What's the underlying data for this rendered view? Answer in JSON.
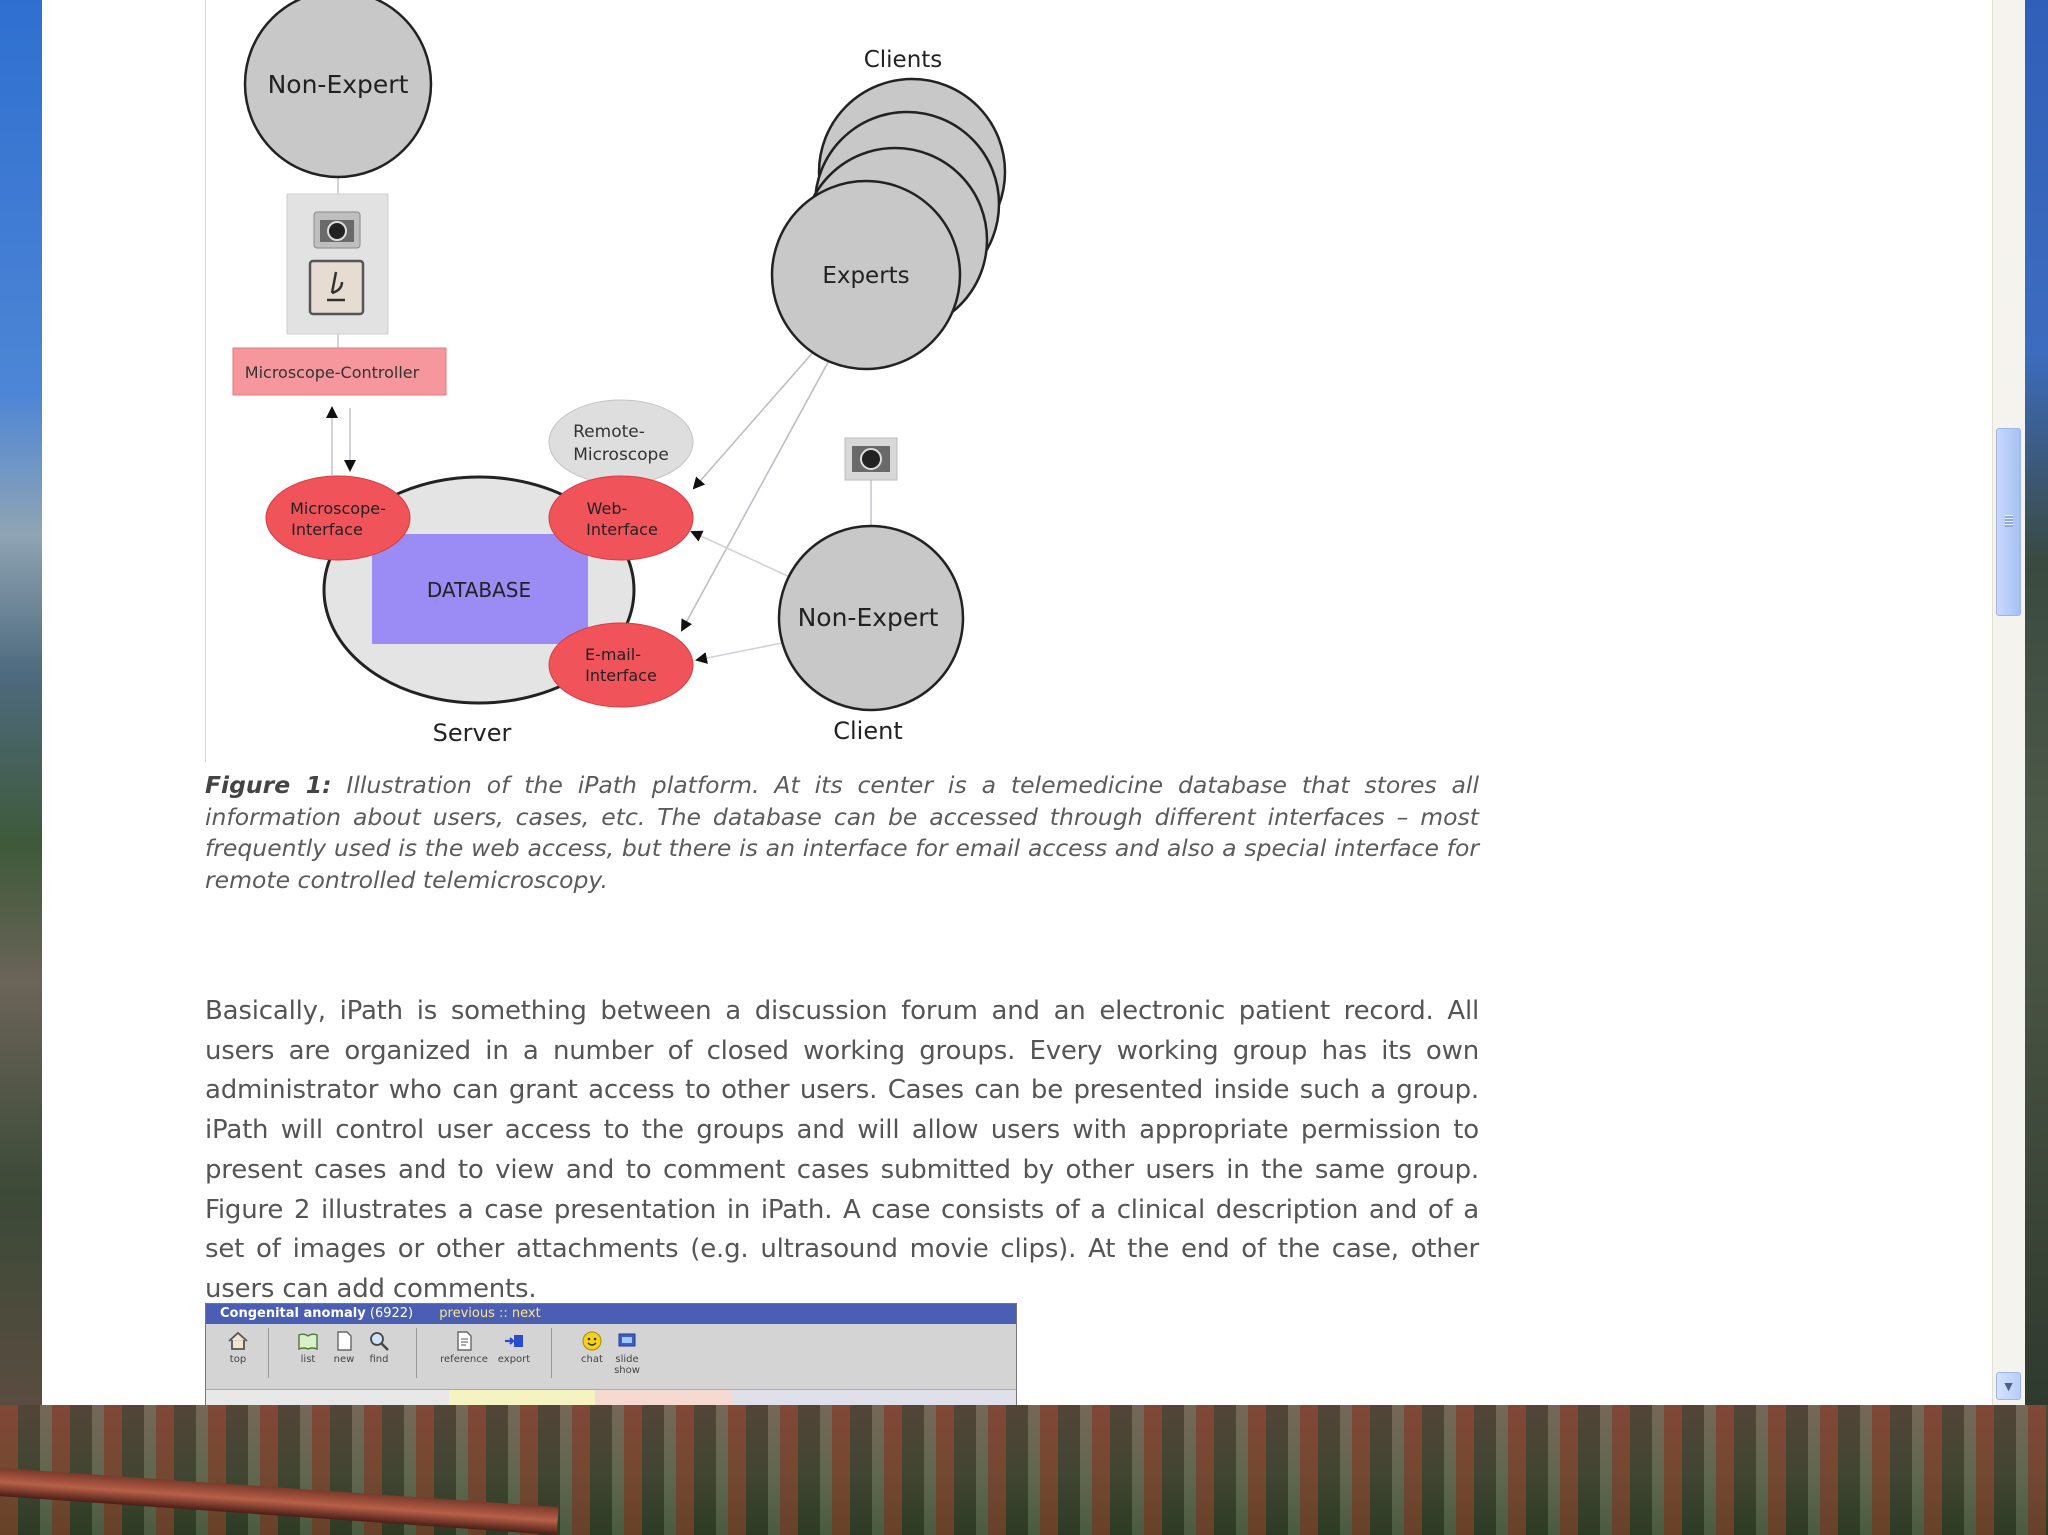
{
  "diagram": {
    "top_user": "Non-Expert",
    "clients_label": "Clients",
    "experts": "Experts",
    "controller": "Microscope-Controller",
    "remote_microscope": [
      "Remote-",
      "Microscope"
    ],
    "microscope_interface": [
      "Microscope-",
      "Interface"
    ],
    "web_interface": [
      "Web-",
      "Interface"
    ],
    "email_interface": [
      "E-mail-",
      "Interface"
    ],
    "database": "DATABASE",
    "client_user": "Non-Expert",
    "server_label": "Server",
    "client_label": "Client",
    "colors": {
      "node_gray": "#c8c8c8",
      "interface_red": "#f0545a",
      "database_blue": "#9a8cf4",
      "controller_pink": "#f5979c"
    },
    "icons": [
      "camera-icon",
      "microscope-icon",
      "camera-icon"
    ]
  },
  "caption": {
    "lead": "Figure 1:",
    "text": " Illustration of the iPath platform. At its center is a telemedicine database that stores all information about users, cases, etc. The database can be accessed through different interfaces – most frequently used is the web access, but there is an interface for email access and also a special interface for remote controlled telemicroscopy."
  },
  "body": {
    "paragraph": "Basically, iPath is something between a discussion forum and an electronic patient record. All users are organized in a number of closed working groups. Every working group has its own administrator who can grant access to other users. Cases can be presented inside such a group. iPath will control user access to the groups and will allow users with appropriate permission to present cases and to view and to comment cases submitted by other users in the same group. Figure 2 illustrates a case presentation in iPath. A case consists of a clinical description and of a set of images or other attachments (e.g. ultrasound movie clips). At the end of the case, other users can add comments."
  },
  "figure2": {
    "title": "Congenital anomaly",
    "case_id": "(6922)",
    "nav": "previous :: next",
    "tools": [
      {
        "label": "top",
        "icon": "home-icon"
      },
      {
        "label": "list",
        "icon": "book-icon"
      },
      {
        "label": "new",
        "icon": "page-icon"
      },
      {
        "label": "find",
        "icon": "magnifier-icon"
      },
      {
        "label": "reference",
        "icon": "document-icon"
      },
      {
        "label": "export",
        "icon": "export-icon"
      },
      {
        "label": "chat",
        "icon": "smiley-icon"
      },
      {
        "label": "slide show",
        "icon": "slides-icon"
      }
    ]
  }
}
